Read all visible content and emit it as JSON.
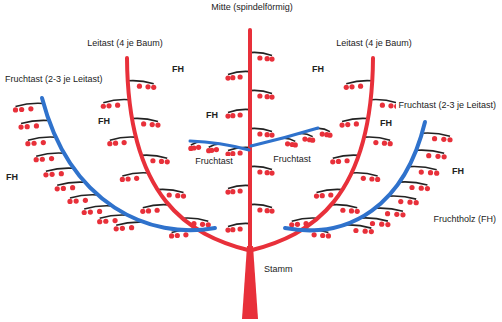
{
  "diagram": {
    "labels": [
      "Mitte (spindelförmig)",
      "Leitast (4 je Baum)",
      "Leitast (4 je Baum)",
      "Fruchtast (2-3 je Leitast)",
      "FH",
      "FH",
      "Fruchtast (2-3 je Leitast)",
      "FH",
      "FH",
      "FH",
      "Fruchtast",
      "Fruchtast",
      "FH",
      "FH",
      "Fruchtholz (FH)",
      "Stamm"
    ]
  }
}
